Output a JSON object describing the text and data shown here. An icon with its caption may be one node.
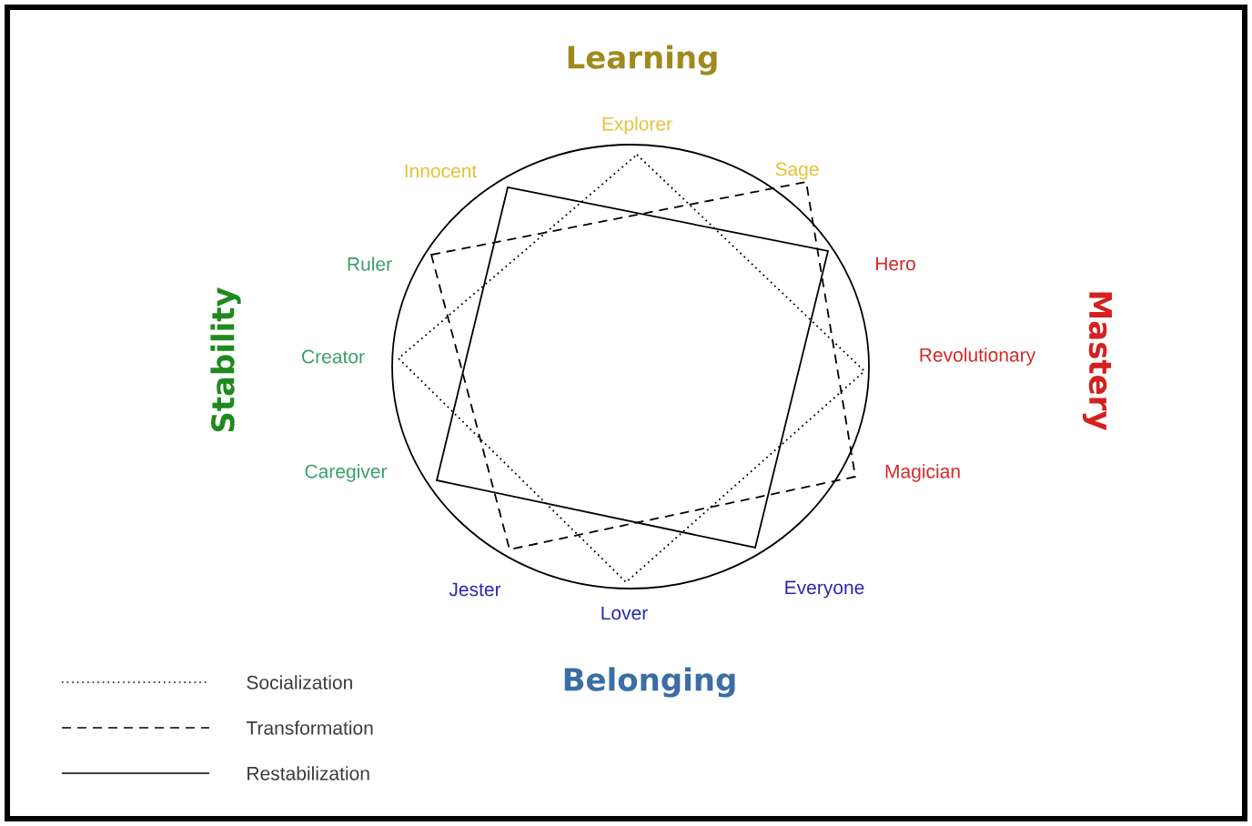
{
  "diagram": {
    "labels": [
      "Learning",
      "Explorer",
      "Innocent",
      "Sage",
      "Ruler",
      "Hero",
      "Stability",
      "Creator",
      "Revolutionary",
      "Mastery",
      "Caregiver",
      "Magician",
      "Jester",
      "Everyone",
      "Lover",
      "Belonging"
    ],
    "legend": [
      {
        "text": "Socialization"
      },
      {
        "text": "Transformation"
      },
      {
        "text": "Restabilization"
      }
    ]
  }
}
